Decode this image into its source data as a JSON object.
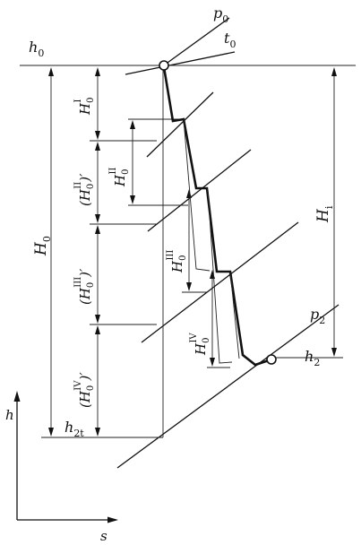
{
  "labels": {
    "p0": "p",
    "p0_sub": "0",
    "t0": "t",
    "t0_sub": "0",
    "h0": "h",
    "h0_sub": "0",
    "H0": "H",
    "H0_sub": "0",
    "Hi": "H",
    "Hi_sub": "i",
    "p2": "p",
    "p2_sub": "2",
    "h2": "h",
    "h2_sub": "2",
    "h2t": "h",
    "h2t_sub": "2t",
    "axis_h": "h",
    "axis_s": "s",
    "H0I": "H",
    "H0I_sub": "0",
    "H0I_sup": "I",
    "H0II_prime": "(H",
    "H0II_prime_sub": "0",
    "H0II_prime_sup": "II",
    "H0II_prime_close": ")′",
    "H0II": "H",
    "H0II_sub": "0",
    "H0II_sup": "II",
    "H0III_prime": "(H",
    "H0III_prime_sub": "0",
    "H0III_prime_sup": "III",
    "H0III_prime_close": ")′",
    "H0III": "H",
    "H0III_sub": "0",
    "H0III_sup": "III",
    "H0IV_prime": "(H",
    "H0IV_prime_sub": "0",
    "H0IV_prime_sup": "IV",
    "H0IV_prime_close": ")′",
    "H0IV": "H",
    "H0IV_sub": "0",
    "H0IV_sup": "IV"
  }
}
